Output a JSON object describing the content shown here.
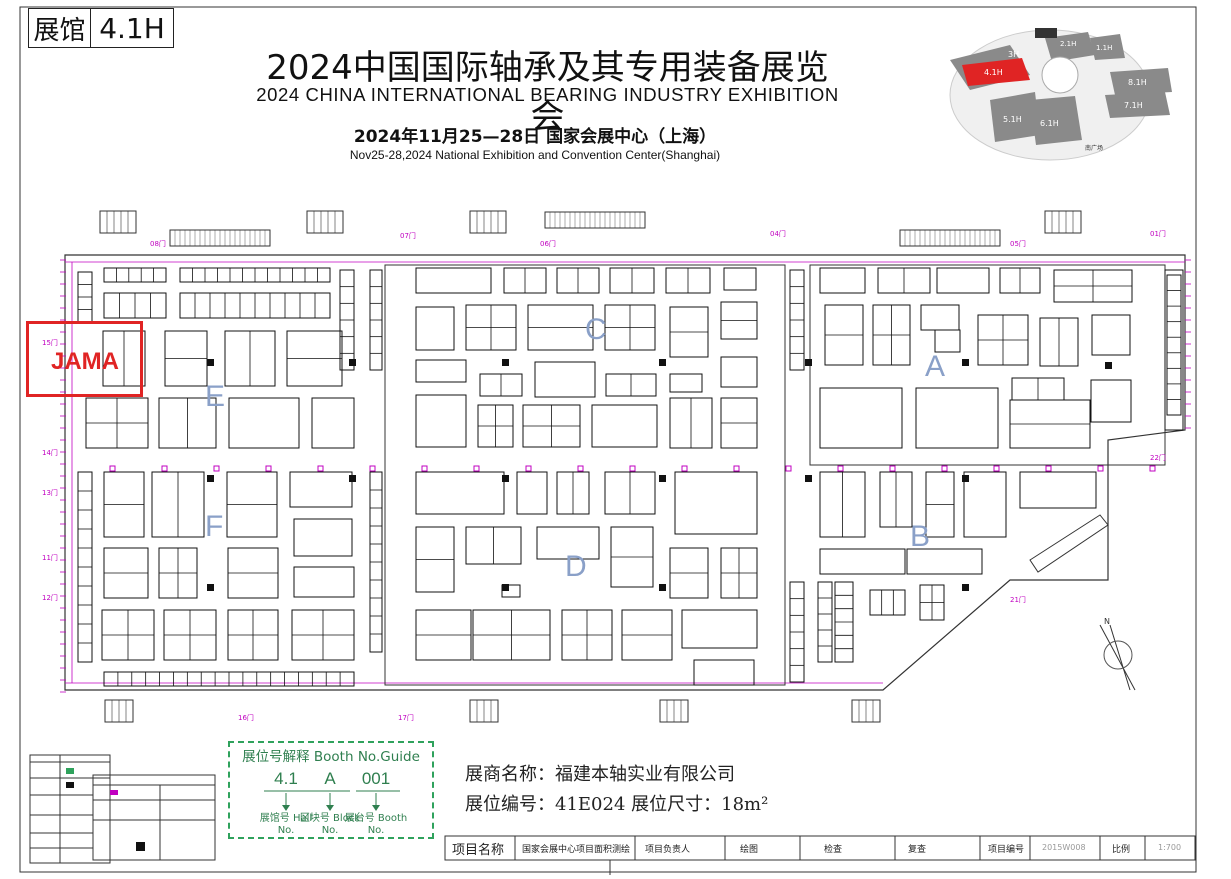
{
  "header": {
    "hall_label": "展馆",
    "hall_value": "4.1H",
    "title_cn": "2024中国国际轴承及其专用装备展览会",
    "title_en": "2024 CHINA INTERNATIONAL BEARING INDUSTRY EXHIBITION",
    "date_cn": "2024年11月25—28日   国家会展中心（上海）",
    "date_en": "Nov25-28,2024 National Exhibition and Convention Center(Shanghai)"
  },
  "minimap": {
    "halls": [
      "3H",
      "2.1H",
      "1.1H",
      "4.1H",
      "8.1H",
      "7.1H",
      "5.1H",
      "6.1H"
    ],
    "highlight": "4.1H",
    "highlight_color": "#e02424",
    "south_plaza": "南广场"
  },
  "floorplan": {
    "areas": [
      "C",
      "A",
      "E",
      "F",
      "D",
      "B"
    ],
    "marked_booth": "JAMA",
    "marked_color": "#e02424",
    "gate_labels": [
      "08门",
      "07门",
      "06门",
      "04门",
      "05门",
      "01门",
      "22门",
      "21门",
      "17门",
      "16门",
      "15门",
      "14门",
      "13门",
      "12门",
      "11门"
    ]
  },
  "booth_guide": {
    "title": "展位号解释   Booth No.Guide",
    "hall_no": "4.1",
    "block_no": "A",
    "booth_no": "001",
    "hall_label": "展馆号 Hall No.",
    "block_label": "区块号 Block No.",
    "booth_label": "展台号 Booth No."
  },
  "exhibitor": {
    "name_line": "展商名称：福建本轴实业有限公司",
    "booth_line": "展位编号：41E024    展位尺寸：18m²"
  },
  "title_block": {
    "project_name_label": "项目名称",
    "project_name": "国家会展中心项目面积测绘",
    "manager_label": "项目负责人",
    "drawing_label": "绘图",
    "check_label": "检查",
    "review_label": "复查",
    "project_no_label": "项目编号",
    "project_no": "2015W008",
    "scale_label": "比例",
    "scale": "1:700"
  },
  "colors": {
    "booth_stroke": "#111111",
    "wall_magenta": "#c000c0",
    "guide_green": "#2fa25c"
  }
}
